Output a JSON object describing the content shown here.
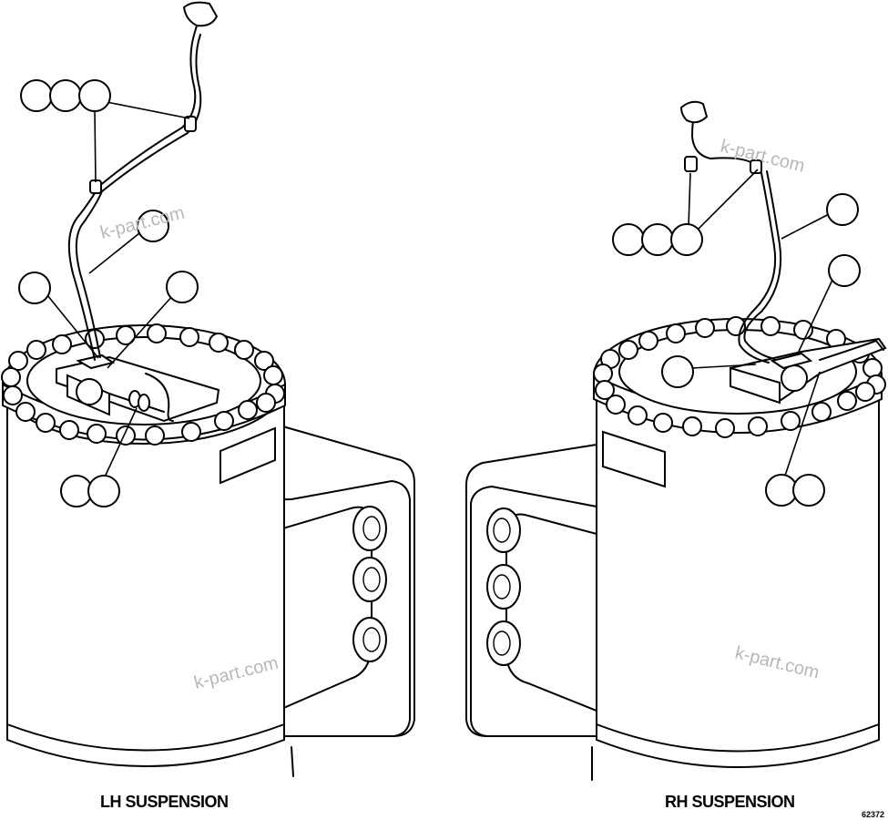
{
  "captions": {
    "left": "LH SUSPENSION",
    "right": "RH SUSPENSION"
  },
  "drawing_code": "62372",
  "watermarks": [
    "k-part.com",
    "k-part.com",
    "k-part.com",
    "k-part.com"
  ]
}
